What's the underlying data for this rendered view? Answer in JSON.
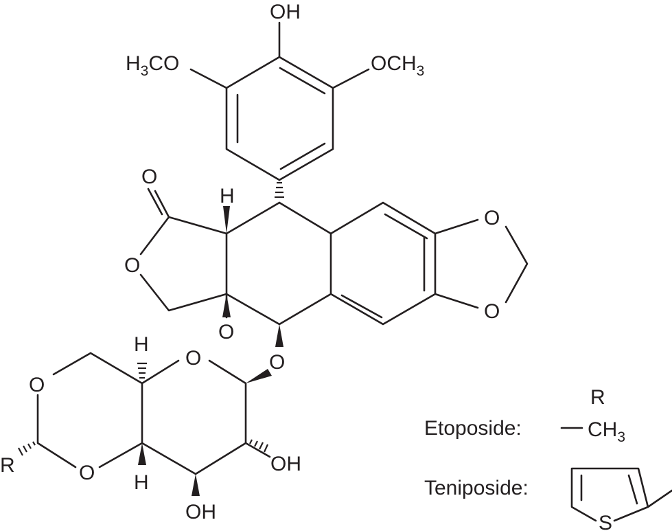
{
  "atoms": {
    "hydroxyl_top": "OH",
    "methoxy_left_prefix": "H",
    "methoxy_left_sub": "3",
    "methoxy_left_suffix": "CO",
    "methoxy_right_prefix": "OCH",
    "methoxy_right_sub": "3",
    "carbonyl_o": "O",
    "lactone_o": "O",
    "h_stereo_top": "H",
    "dioxole_o_top": "O",
    "dioxole_o_bottom": "O",
    "ring_fusion_o": "O",
    "glycoside_o": "O",
    "pyran_o": "O",
    "dioxane_o_top": "O",
    "dioxane_o_bottom": "O",
    "h_sugar_top": "H",
    "h_sugar_bottom": "H",
    "r_group": "R",
    "oh_right": "OH",
    "oh_bottom": "OH"
  },
  "legend": {
    "r_header": "R",
    "etoposide_label": "Etoposide:",
    "etoposide_group_prefix": "CH",
    "etoposide_group_sub": "3",
    "teniposide_label": "Teniposide:",
    "thiophene_s": "S"
  }
}
